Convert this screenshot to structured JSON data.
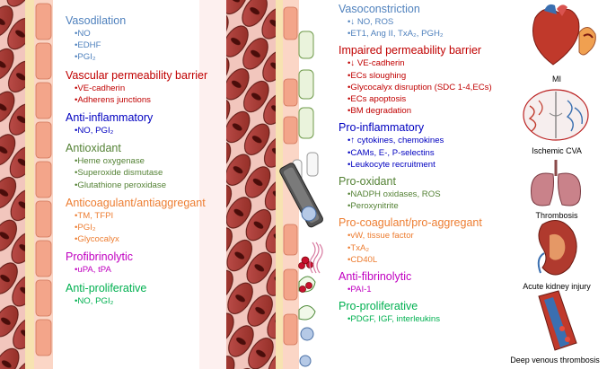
{
  "colors": {
    "blue": "#4f81bd",
    "red": "#c00000",
    "navy": "#0000c0",
    "green": "#548235",
    "orange": "#ed7d31",
    "magenta": "#c000c0",
    "lime": "#00b050",
    "black": "#000000"
  },
  "healthy": [
    {
      "title": "Vasodilation",
      "color": "blue",
      "items": [
        "•NO",
        "•EDHF",
        "•PGI₂"
      ]
    },
    {
      "title": "Vascular permeability barrier",
      "color": "red",
      "items": [
        "•VE-cadherin",
        "•Adherens junctions"
      ]
    },
    {
      "title": "Anti-inflammatory",
      "color": "navy",
      "items": [
        "•NO, PGI₂"
      ]
    },
    {
      "title": "Antioxidant",
      "color": "green",
      "items": [
        "•Heme oxygenase",
        "•Superoxide dismutase",
        "•Glutathione peroxidase"
      ]
    },
    {
      "title": "Anticoagulant/antiaggregant",
      "color": "orange",
      "items": [
        "•TM, TFPI",
        "•PGI₂",
        "•Glycocalyx"
      ]
    },
    {
      "title": "Profibrinolytic",
      "color": "magenta",
      "items": [
        "•uPA, tPA"
      ]
    },
    {
      "title": "Anti-proliferative",
      "color": "lime",
      "items": [
        "•NO, PGI₂"
      ]
    }
  ],
  "dysfunction": [
    {
      "title": "Vasoconstriction",
      "color": "blue",
      "items": [
        "•↓ NO, ROS",
        "•ET1, Ang II, TxA₂, PGH₂"
      ]
    },
    {
      "title": "Impaired permeability barrier",
      "color": "red",
      "items": [
        "•↓ VE-cadherin",
        "•ECs sloughing",
        "•Glycocalyx disruption (SDC 1-4,ECs)",
        "•ECs apoptosis",
        "•BM degradation"
      ]
    },
    {
      "title": "Pro-inflammatory",
      "color": "navy",
      "items": [
        "•↑ cytokines, chemokines",
        "•CAMs, E-, P-selectins",
        "•Leukocyte recruitment"
      ]
    },
    {
      "title": "Pro-oxidant",
      "color": "green",
      "items": [
        "•NADPH oxidases, ROS",
        "•Peroxynitrite"
      ]
    },
    {
      "title": "Pro-coagulant/pro-aggregant",
      "color": "orange",
      "items": [
        "•vW, tissue factor",
        "•TxA₂",
        "•CD40L"
      ]
    },
    {
      "title": "Anti-fibrinolytic",
      "color": "magenta",
      "items": [
        "•PAI-1"
      ]
    },
    {
      "title": "Pro-proliferative",
      "color": "lime",
      "items": [
        "•PDGF, IGF, interleukins"
      ]
    }
  ],
  "organs": [
    {
      "label": "MI",
      "icon": "heart-icon"
    },
    {
      "label": "Ischemic CVA",
      "icon": "brain-icon"
    },
    {
      "label": "Thrombosis",
      "icon": "lungs-icon"
    },
    {
      "label": "Acute kidney injury",
      "icon": "kidney-icon"
    },
    {
      "label": "Deep venous thrombosis",
      "icon": "vein-icon"
    }
  ]
}
